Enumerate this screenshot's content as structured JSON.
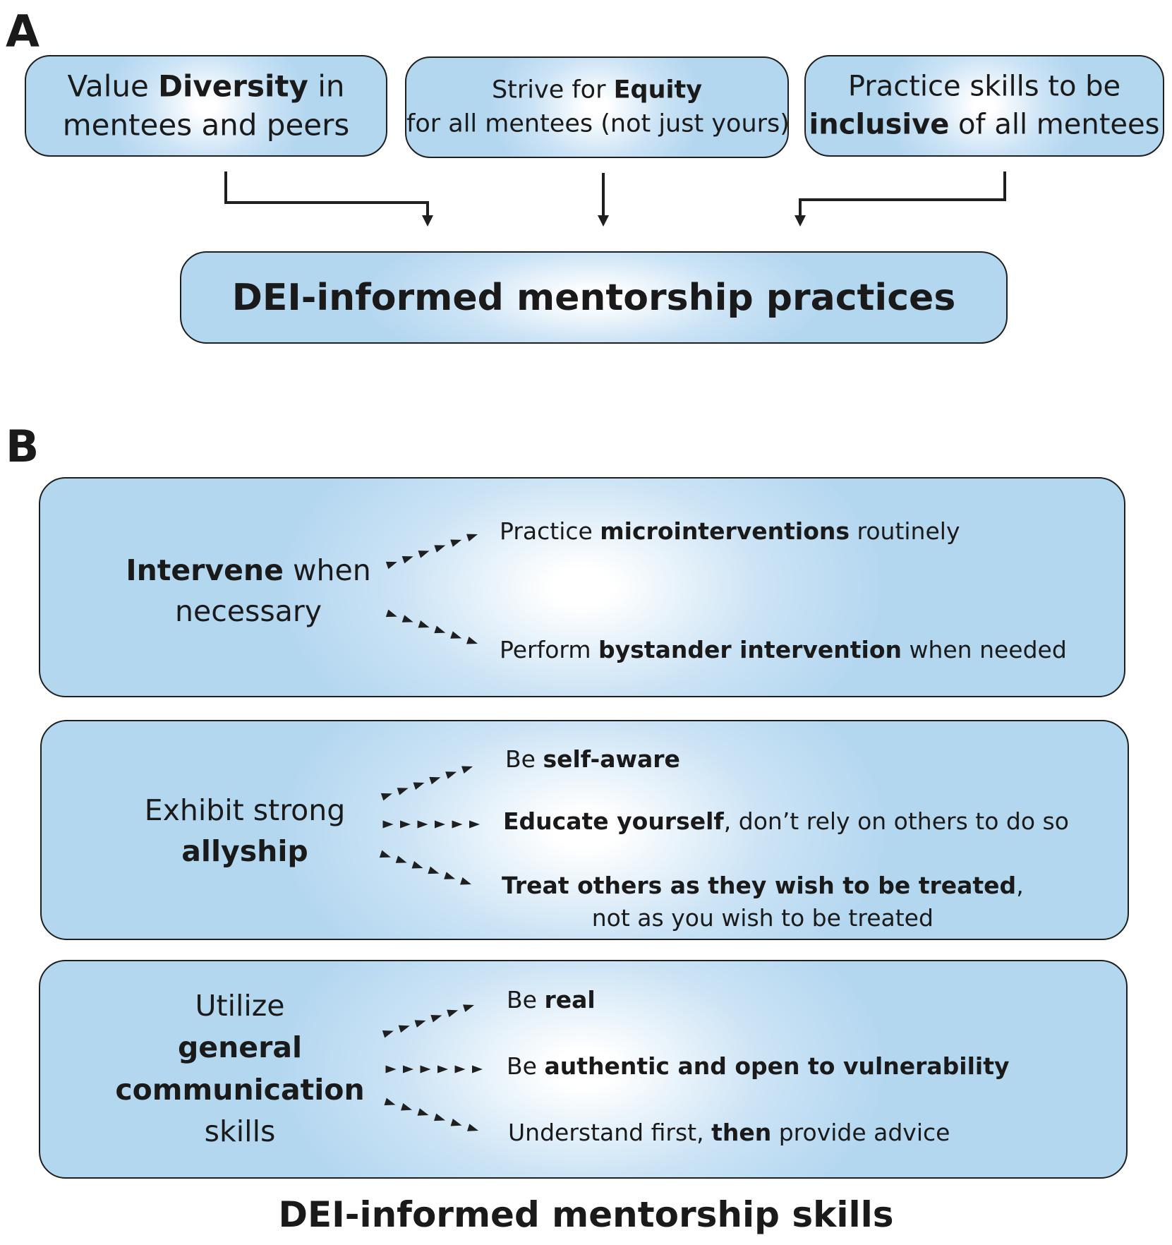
{
  "panel_a": {
    "label": "A",
    "box1": {
      "pre": "Value ",
      "bold": "Diversity",
      "post": " in",
      "line2": "mentees and peers"
    },
    "box2": {
      "pre": "Strive for ",
      "bold": "Equity",
      "line2": "for all mentees (not just yours)"
    },
    "box3": {
      "line1": "Practice skills to be",
      "bold": "inclusive",
      "post": " of all mentees"
    },
    "result": "DEI-informed mentorship practices"
  },
  "panel_b": {
    "label": "B",
    "group1": {
      "lead_bold": "Intervene",
      "lead_post": " when",
      "lead_line2": "necessary",
      "item1": {
        "pre": "Practice ",
        "bold": "microinterventions",
        "post": " routinely"
      },
      "item2": {
        "pre": "Perform ",
        "bold": "bystander intervention",
        "post": " when needed"
      }
    },
    "group2": {
      "lead_line1": "Exhibit strong",
      "lead_bold": "allyship",
      "item1": {
        "pre": "Be ",
        "bold": "self-aware"
      },
      "item2": {
        "bold": "Educate yourself",
        "post": ", don’t rely on others to do so"
      },
      "item3": {
        "bold": "Treat others as they wish to be treated",
        "post": ",",
        "line2": "not as you wish to be treated"
      }
    },
    "group3": {
      "lead_line1": "Utilize",
      "lead_bold1": "general",
      "lead_bold2": "communication",
      "lead_line4": "skills",
      "item1": {
        "pre": "Be ",
        "bold": "real"
      },
      "item2": {
        "pre": "Be ",
        "bold": "authentic and open to vulnerability"
      },
      "item3": {
        "pre": "Understand first, ",
        "bold": "then",
        "post": " provide advice"
      }
    },
    "title": "DEI-informed mentorship skills"
  },
  "colors": {
    "box_fill": "#b4d7f0",
    "box_center": "#ffffff",
    "stroke": "#1f1f1f"
  }
}
